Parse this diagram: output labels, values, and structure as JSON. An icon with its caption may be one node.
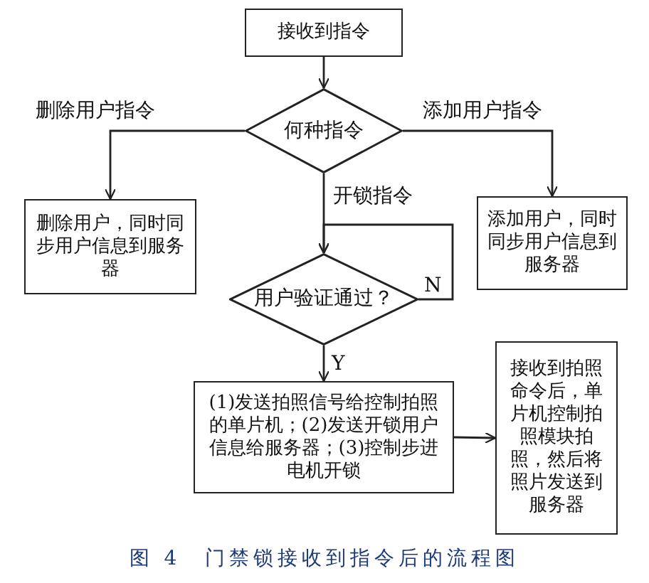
{
  "diagram": {
    "caption": "图 4　门禁锁接收到指令后的流程图",
    "nodes": [
      {
        "text": [
          "接收到指令"
        ]
      },
      {
        "text": [
          "何种指令"
        ]
      },
      {
        "text": [
          "删除用户，同时同步用户信息到服务器"
        ]
      },
      {
        "text": [
          "添加用户，同时同步用户信息到服务器"
        ]
      },
      {
        "text": [
          "用户验证通过？"
        ]
      },
      {
        "text": [
          "(1)发送拍照信号给控制拍照的单片机；(2)发送开锁用户信息给服务器；(3)控制步进电机开锁"
        ]
      },
      {
        "text": [
          "接收到拍照命令后，单片机控制拍照模块拍照，然后将照片发送到服务器"
        ]
      }
    ],
    "edges": [
      {
        "from": 0,
        "to": 1,
        "arrow": "to"
      },
      {
        "from": 1,
        "to": 2,
        "arrow": "to",
        "label": "删除用户指令"
      },
      {
        "from": 1,
        "to": 3,
        "arrow": "to",
        "label": "添加用户指令"
      },
      {
        "from": 1,
        "to": 4,
        "arrow": "to",
        "label": "开锁指令"
      },
      {
        "from": 4,
        "to": 4,
        "arrow": "to",
        "label": "N"
      },
      {
        "from": 4,
        "to": 5,
        "arrow": "to",
        "label": "Y"
      },
      {
        "from": 5,
        "to": 6,
        "arrow": "to"
      }
    ]
  }
}
